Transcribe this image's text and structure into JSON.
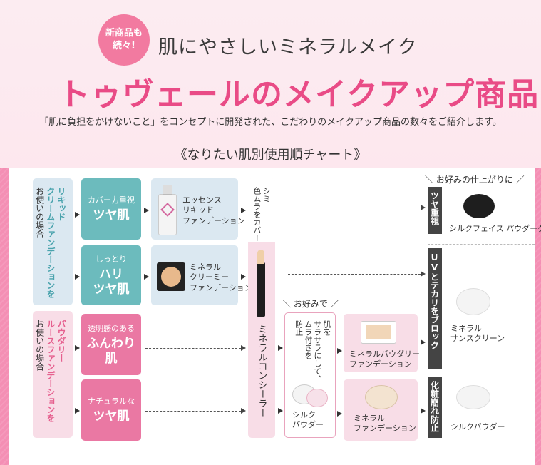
{
  "header": {
    "badge_line1": "新商品も",
    "badge_line2": "続々!",
    "subtitle": "肌にやさしいミネラルメイク",
    "title": "トゥヴェールのメイクアップ商品",
    "description": "「肌に負担をかけないこと」をコンセプトに開発された、こだわりのメイクアップ商品の数々をご紹介します。",
    "chart_title": "《なりたい肌別使用順チャート》"
  },
  "starts": [
    {
      "line1": "リキッド",
      "line2": "クリームファンデーションを",
      "line3": "お使いの場合"
    },
    {
      "line1": "パウダリー",
      "line2": "ルースファンデーションを",
      "line3": "お使いの場合"
    }
  ],
  "skin_types": [
    {
      "small": "カバー力重視",
      "big": "ツヤ肌"
    },
    {
      "small": "しっとり",
      "big": "ハリ",
      "big2": "ツヤ肌"
    },
    {
      "small": "透明感のある",
      "big": "ふんわり肌"
    },
    {
      "small": "ナチュラルな",
      "big": "ツヤ肌"
    }
  ],
  "products": {
    "essence_liquid": "エッセンス\nリキッド\nファンデーション",
    "mineral_creamy": "ミネラル\nクリーミー\nファンデーション",
    "mineral_powdery": "ミネラルパウダリー\nファンデーション",
    "mineral_foundation": "ミネラル\nファンデーション"
  },
  "concealer": {
    "note_line1": "シミ",
    "note_line2": "色ムラをカバー",
    "name": "ミネラルコンシーラー"
  },
  "optional": {
    "label": "＼ お好みで ／",
    "note_line1": "肌を",
    "note_line2": "サラサラにして、",
    "note_line3": "ムラ付きを",
    "note_line4": "防止",
    "product": "シルク\nパウダー"
  },
  "finish": {
    "label": "＼ お好みの仕上がりに ／",
    "items": [
      {
        "tag": "ツヤ重視",
        "product": "シルクフェイス\nパウダーグロウ"
      },
      {
        "tag": "UVとテカリをブロック",
        "product": "ミネラル\nサンスクリーン"
      },
      {
        "tag": "化粧崩れ防止",
        "product": "シルクパウダー"
      }
    ]
  },
  "colors": {
    "background_pink": "#f48fb4",
    "title_pink": "#e94b86",
    "teal": "#6cbbbd",
    "type_pink": "#ea78a3",
    "light_blue": "#dbe8f1",
    "light_pink": "#f8dde7",
    "finish_tag": "#444444"
  },
  "icons": [
    "liquid-foundation-bottle-icon",
    "creamy-compact-icon",
    "concealer-stick-icon",
    "powder-compact-icon",
    "loose-powder-jar-icon"
  ]
}
